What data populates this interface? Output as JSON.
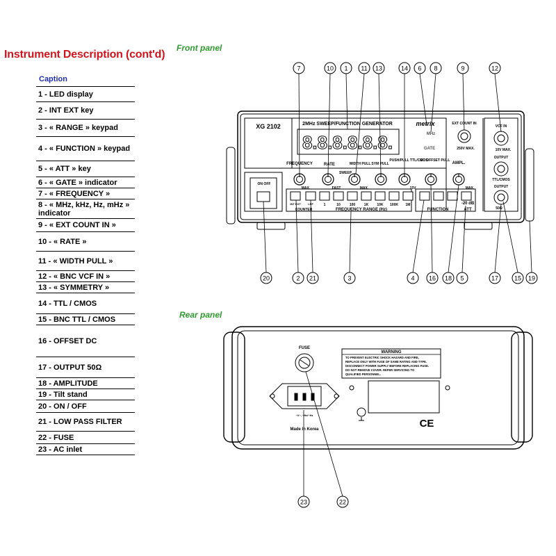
{
  "title": "Instrument Description (cont'd)",
  "front_label": "Front panel",
  "rear_label": "Rear panel",
  "caption_title": "Caption",
  "caption_items": [
    {
      "text": "1 - LED display",
      "h": 23
    },
    {
      "text": "2 - INT EXT key",
      "h": 25
    },
    {
      "text": "3 - « RANGE » keypad",
      "h": 25
    },
    {
      "text": "4 - « FUNCTION » keypad",
      "h": 35
    },
    {
      "text": "5 - « ATT » key",
      "h": 23
    },
    {
      "text": "6 - « GATE » indicator",
      "h": 16
    },
    {
      "text": "7 - « FREQUENCY »",
      "h": 16
    },
    {
      "text": "8 - « MHz, kHz, Hz, mHz » indicator",
      "h": 28
    },
    {
      "text": "9 - « EXT COUNT IN »",
      "h": 19
    },
    {
      "text": "10 - « RATE »",
      "h": 28
    },
    {
      "text": "11 - « WIDTH PULL »",
      "h": 28
    },
    {
      "text": "12 - « BNC VCF IN »",
      "h": 16
    },
    {
      "text": "13 - « SYMMETRY »",
      "h": 16
    },
    {
      "text": "14 - TTL / CMOS",
      "h": 30
    },
    {
      "text": "15 - BNC TTL / CMOS",
      "h": 16
    },
    {
      "text": "16 - OFFSET DC",
      "h": 46
    },
    {
      "text": "17 - OUTPUT 50Ω",
      "h": 30
    },
    {
      "text": "18 - AMPLITUDE",
      "h": 16
    },
    {
      "text": "19 - Tilt stand",
      "h": 16
    },
    {
      "text": "20 - ON / OFF",
      "h": 18
    },
    {
      "text": "21 - LOW PASS FILTER",
      "h": 27
    },
    {
      "text": "22 - FUSE",
      "h": 18
    },
    {
      "text": "23 - AC inlet",
      "h": 16
    }
  ],
  "front": {
    "model": "XG 2102",
    "header": "2MHz  SWEEP/FUNCTION GENERATOR",
    "brand": "metrix",
    "display": "8.8.8.8.8.8.",
    "unit_mhz": "MHz",
    "gate": "GATE",
    "ext_count": "EXT COUNT IN",
    "ext_warn": "250V MAX.",
    "vcf": "VCF IN",
    "vcf_warn": "10V MAX.",
    "output_ttl": "OUTPUT",
    "ttl_cmos": "TTL/CMOS",
    "output_main": "OUTPUT",
    "fifty": "50Ω",
    "frequency": "FREQUENCY",
    "rate": "RATE",
    "sweep": "SWEEP",
    "width_pull": "WIDTH PULL",
    "sym_pull": "SYM PULL",
    "push_pull": "PUSH/PULL TTL/CMOS",
    "dc_offset": "DC OFFSET PULL",
    "ampl": "AMPL.",
    "max": "MAX.",
    "fast": "FAST",
    "fifteen_v": "15V",
    "on_off": "ON  OFF",
    "counter": "COUNTER",
    "int_ext": "INT EXT",
    "lpf": "LPF",
    "range_values": [
      "1",
      "10",
      "100",
      "1K",
      "10K",
      "100K",
      "1M"
    ],
    "freq_range": "FREQUENCY RANGE (Hz)",
    "function": "FUNCTION",
    "att": "ATT",
    "minus20": "-20 dB"
  },
  "rear": {
    "fuse": "FUSE",
    "warning_title": "WARNING",
    "warning_lines": [
      "TO PREVENT ELECTRIC SHOCK HAZARD AND FIRE,",
      "REPLACE ONLY WITH FUSE OF SAME RATING AND TYPE.",
      "DISCONNECT POWER SUPPLY BEFORE REPLACING FUSE.",
      "DO NOT REMOVE COVER. REFER SERVICING TO",
      "QUALIFIED PERSONNEL."
    ],
    "ac_rating": "~V~, ~Hz/~Hz",
    "made_in": "Made  In  Korea",
    "ce": "CE"
  },
  "callouts": {
    "top": [
      "7",
      "10",
      "1",
      "11",
      "13",
      "14",
      "6",
      "8",
      "9",
      "12"
    ],
    "bottom": [
      "20",
      "2",
      "21",
      "3",
      "4",
      "16",
      "18",
      "5",
      "17",
      "15",
      "19"
    ],
    "rear": [
      "23",
      "22"
    ]
  }
}
